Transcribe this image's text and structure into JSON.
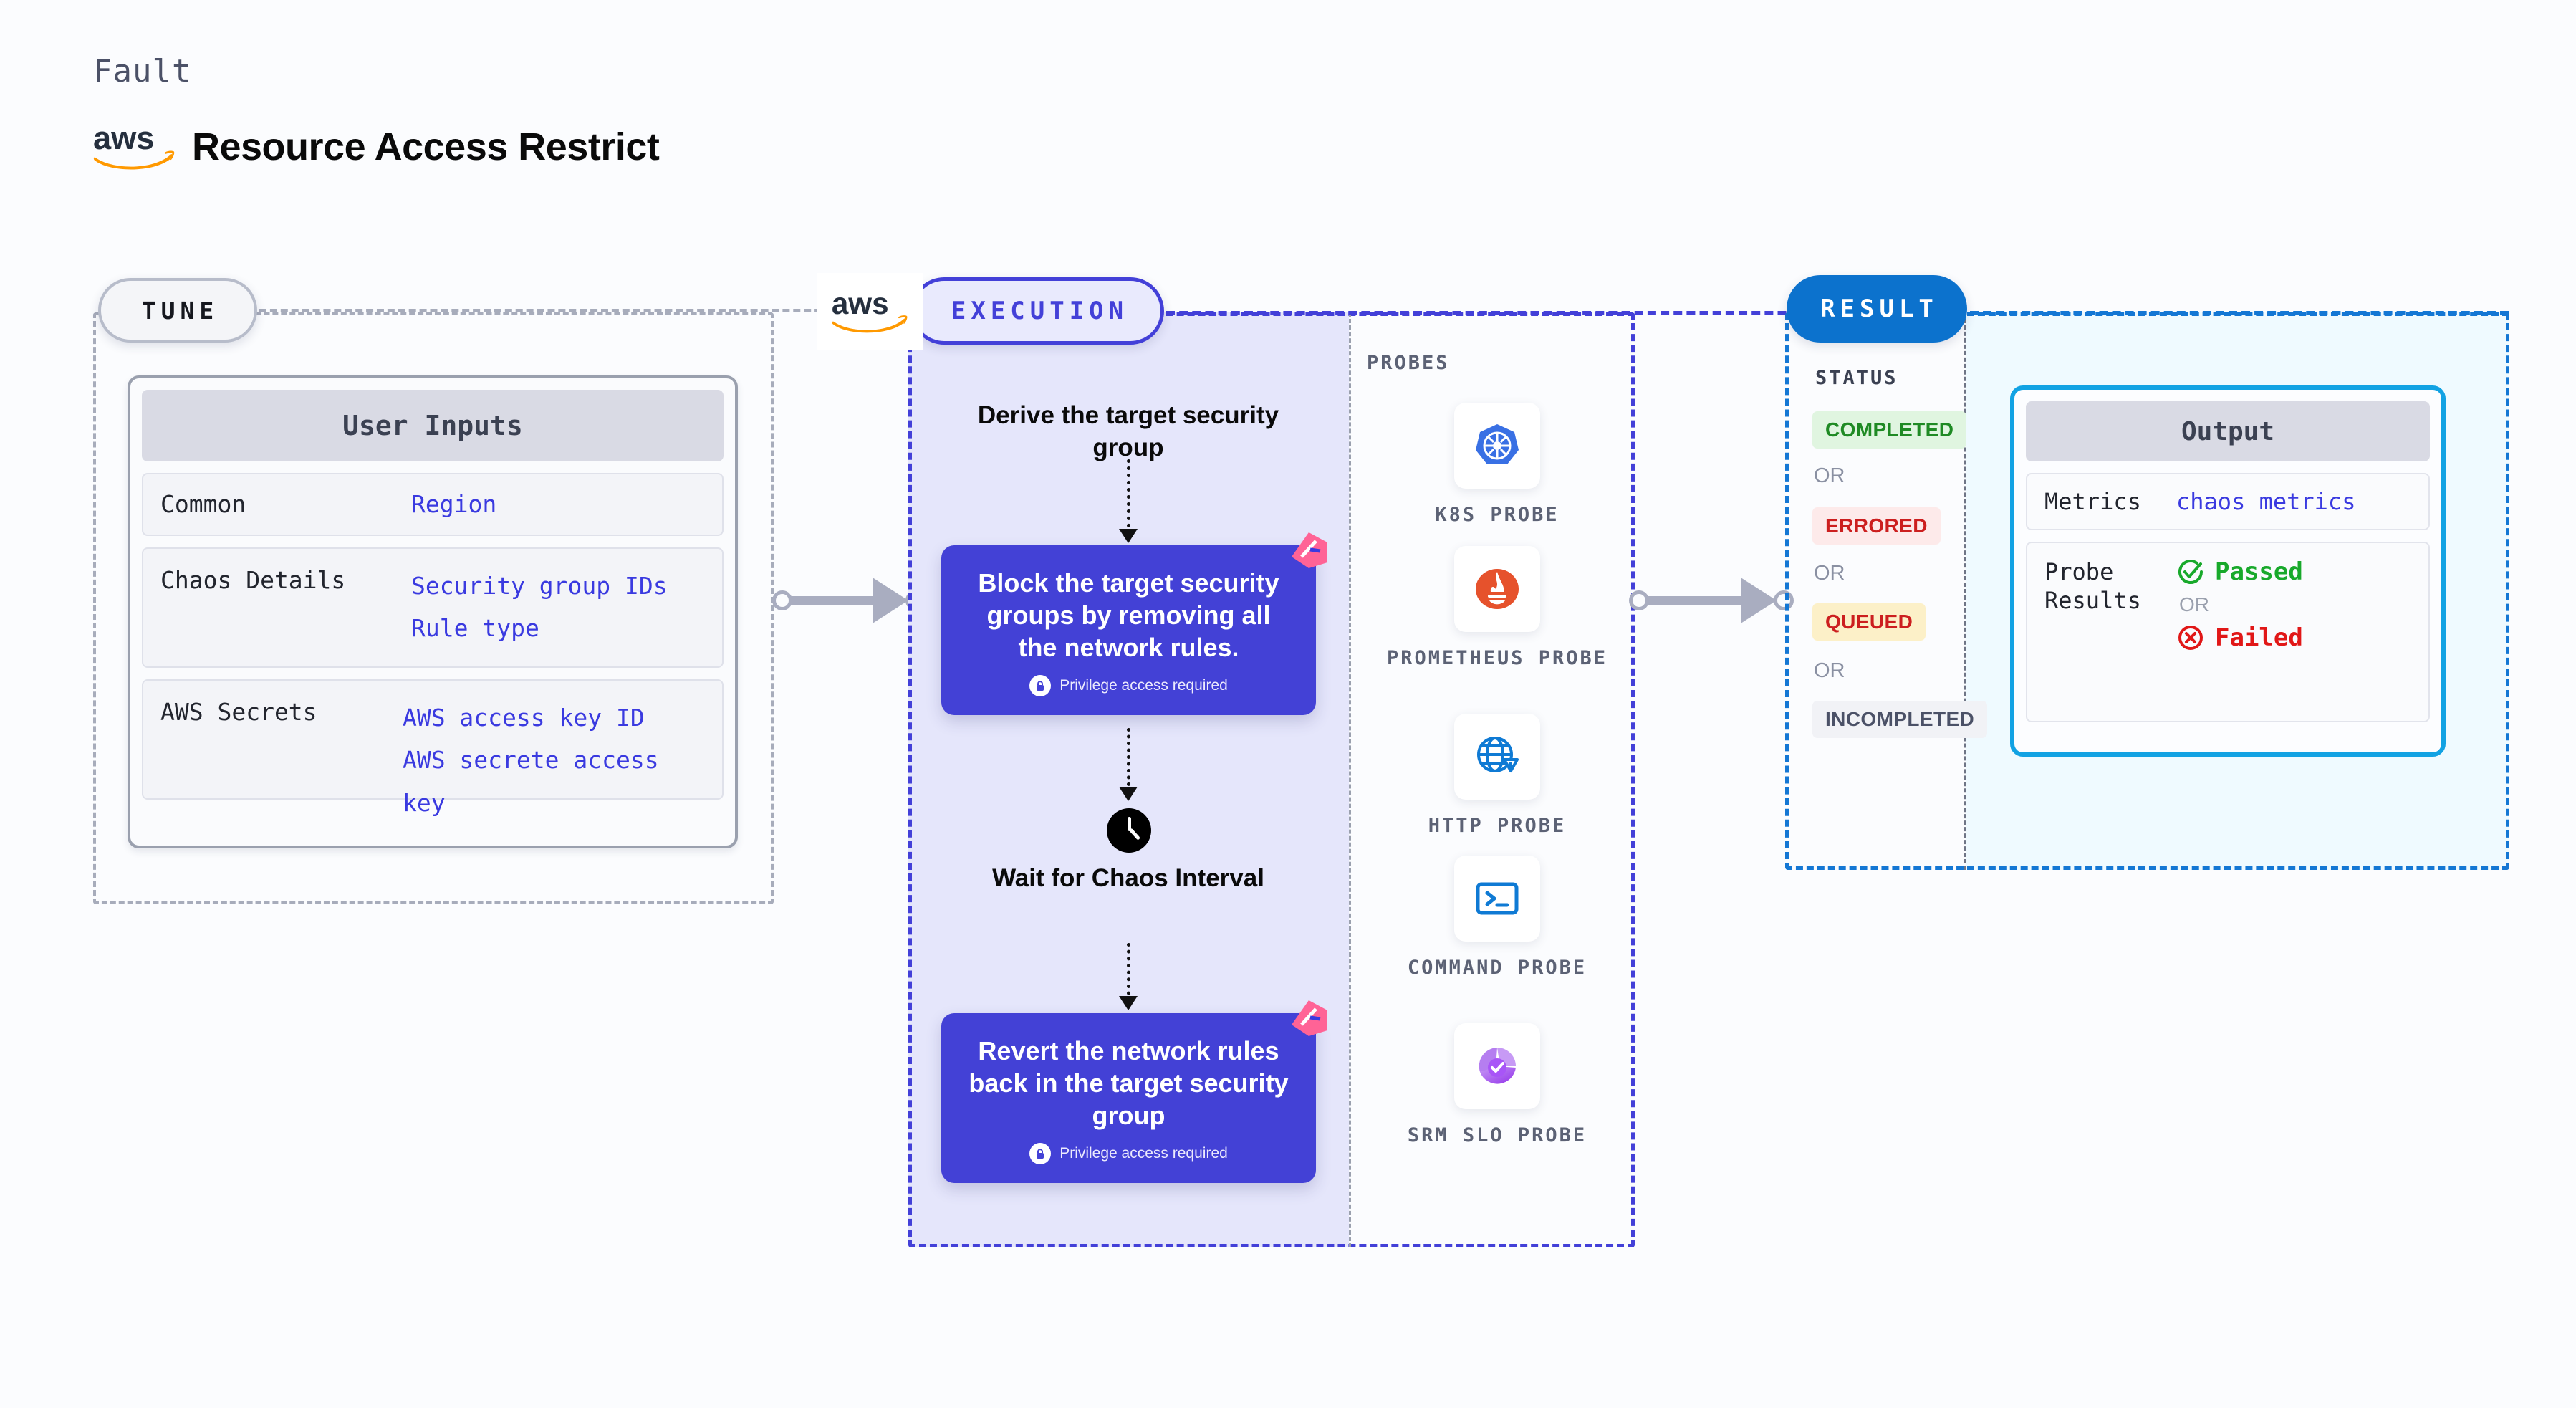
{
  "header": {
    "fault_label": "Fault",
    "title": "Resource Access Restrict",
    "logo_icon": "aws-logo-icon"
  },
  "tune": {
    "pill_label": "TUNE",
    "badge_icon": "aws-logo-icon",
    "card": {
      "header": "User Inputs",
      "rows": [
        {
          "key": "Common",
          "values": [
            "Region"
          ]
        },
        {
          "key": "Chaos Details",
          "values": [
            "Security group IDs",
            "Rule type"
          ]
        },
        {
          "key": "AWS Secrets",
          "values": [
            "AWS access key ID",
            "AWS secrete access key"
          ]
        }
      ]
    }
  },
  "execution": {
    "pill_label": "EXECUTION",
    "step_labels": [
      "Derive the target security group",
      "Wait for Chaos Interval"
    ],
    "clock_icon": "clock-icon",
    "cards": [
      {
        "text": "Block the target security groups by removing all the network rules.",
        "privilege": "Privilege access required",
        "lock_icon": "lock-icon",
        "mark_icon": "harness-logo-icon"
      },
      {
        "text": "Revert the network rules back in the target security group",
        "privilege": "Privilege access required",
        "lock_icon": "lock-icon",
        "mark_icon": "harness-logo-icon"
      }
    ]
  },
  "probes": {
    "title": "PROBES",
    "items": [
      {
        "name": "K8S PROBE",
        "icon": "kubernetes-icon"
      },
      {
        "name": "PROMETHEUS PROBE",
        "icon": "prometheus-icon"
      },
      {
        "name": "HTTP PROBE",
        "icon": "http-globe-icon"
      },
      {
        "name": "COMMAND PROBE",
        "icon": "terminal-icon"
      },
      {
        "name": "SRM SLO PROBE",
        "icon": "srm-slo-icon"
      }
    ]
  },
  "result": {
    "pill_label": "RESULT",
    "status_title": "STATUS",
    "or_label": "OR",
    "statuses": [
      {
        "label": "COMPLETED",
        "bg": "#e0f5e0",
        "fg": "#1f8a24"
      },
      {
        "label": "ERRORED",
        "bg": "#fdeaea",
        "fg": "#cc1f1f"
      },
      {
        "label": "QUEUED",
        "bg": "#fcf0c8",
        "fg": "#cc1f1f"
      },
      {
        "label": "INCOMPLETED",
        "bg": "#f1f2f6",
        "fg": "#4b5167"
      }
    ],
    "output": {
      "header": "Output",
      "metrics_key": "Metrics",
      "metrics_value": "chaos metrics",
      "probe_key": "Probe Results",
      "passed_label": "Passed",
      "failed_label": "Failed",
      "or_label": "OR",
      "passed_icon": "check-circle-icon",
      "failed_icon": "x-circle-icon"
    }
  },
  "colors": {
    "accent_purple": "#4341d6",
    "accent_blue": "#0c72cd",
    "output_border": "#12a2e3",
    "aws_orange": "#ff9900",
    "harness_pink": "#ff6396",
    "link_blue": "#3a3ae0"
  }
}
